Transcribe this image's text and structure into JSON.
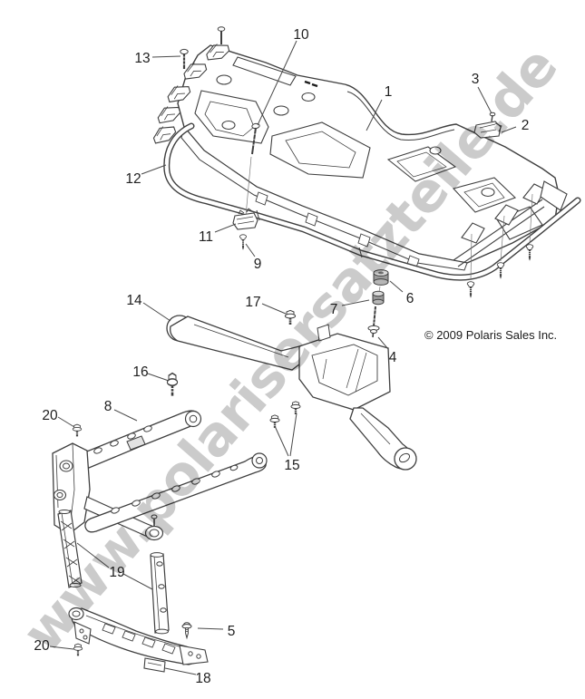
{
  "diagram": {
    "title_hidden": "",
    "copyright": "© 2009 Polaris Sales Inc.",
    "watermark": "www.polarisersatzteile.de",
    "colors": {
      "background": "#ffffff",
      "line": "#3f3f3f",
      "leader": "#4a4a4a",
      "watermark": "#c2c2c2",
      "label": "#1f1f1f",
      "bushing": "#9a9a9a"
    },
    "callouts": [
      {
        "label": "1"
      },
      {
        "label": "2"
      },
      {
        "label": "3"
      },
      {
        "label": "4"
      },
      {
        "label": "5"
      },
      {
        "label": "6"
      },
      {
        "label": "7"
      },
      {
        "label": "8"
      },
      {
        "label": "9"
      },
      {
        "label": "10"
      },
      {
        "label": "11"
      },
      {
        "label": "12"
      },
      {
        "label": "13"
      },
      {
        "label": "14"
      },
      {
        "label": "15"
      },
      {
        "label": "16"
      },
      {
        "label": "17"
      },
      {
        "label": "18"
      },
      {
        "label": "19"
      },
      {
        "label": "20"
      },
      {
        "label": "20"
      }
    ]
  }
}
